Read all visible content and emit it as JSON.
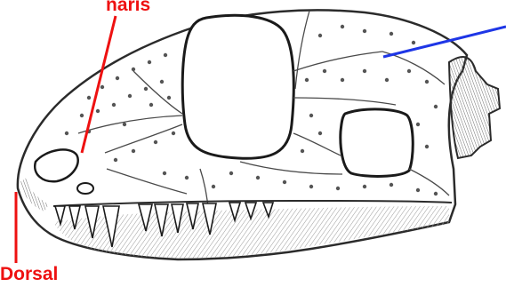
{
  "labels": {
    "naris": "naris",
    "dorsal": "Dorsal"
  },
  "colors": {
    "label_red": "#ee1111",
    "pointer_blue": "#1e36e6",
    "ink": "#2b2b2b",
    "bone_shadow": "#8a8a8a"
  },
  "icons": {
    "skull": "reptile-skull-side-view"
  }
}
